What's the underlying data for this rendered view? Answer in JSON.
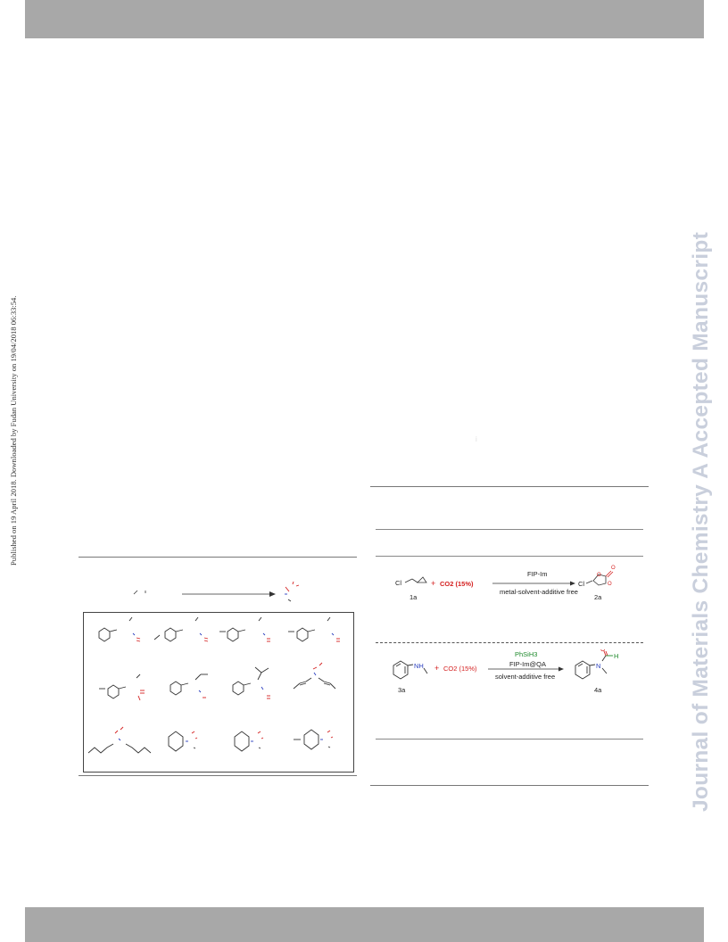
{
  "side_note": "Published on 19 April 2018. Downloaded by Fudan University on 19/04/2018 06:33:54.",
  "watermark": "Journal of Materials Chemistry A Accepted Manuscript",
  "stray_mark": "i",
  "scheme_cyclic_carbonate": {
    "substrate_label": "1a",
    "substrate_atom": "Cl",
    "plus": "+",
    "co2": "CO2 (15%)",
    "catalyst": "FIP-Im",
    "conditions": "metal-solvent-additive  free",
    "product_label": "2a",
    "product_atom": "Cl"
  },
  "scheme_formylation": {
    "substrate_label": "3a",
    "substrate_atom": "NH",
    "plus": "+",
    "co2": "CO2 (15%)",
    "reductant": "PhSiH3",
    "catalyst": "FIP-Im@QA",
    "conditions": "solvent-additive  free",
    "product_label": "4a",
    "product_atom_n": "N",
    "product_atom_h": "H",
    "product_atom_o": "O"
  },
  "colors": {
    "band": "#a8a8a8",
    "watermark": "#c9cfdc",
    "co2_red": "#d42020",
    "nitrogen_blue": "#2a3fbf",
    "hydrogen_green": "#1f8a2c"
  }
}
